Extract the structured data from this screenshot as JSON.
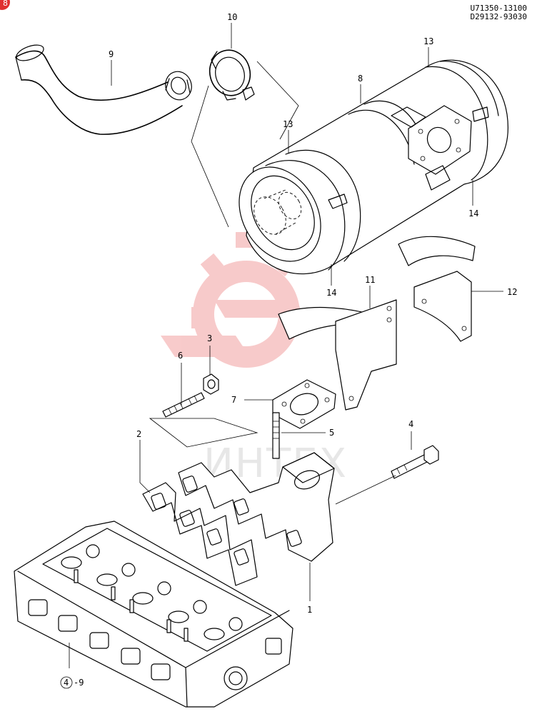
{
  "header": {
    "code_line_1": "U71350-13100",
    "code_line_2": "D29132-93030"
  },
  "corner_badge": "8",
  "watermark": {
    "text": "ИНТЕХ",
    "gear_color": "#f2a0a0"
  },
  "callouts": {
    "c1": "1",
    "c2": "2",
    "c3": "3",
    "c4": "4",
    "c5": "5",
    "c6": "6",
    "c7": "7",
    "c8": "8",
    "c9": "9",
    "c10": "10",
    "c11": "11",
    "c12": "12",
    "c13a": "13",
    "c13b": "13",
    "c14a": "14",
    "c14b": "14",
    "c49_circle": "4",
    "c49_suffix": "-9"
  }
}
